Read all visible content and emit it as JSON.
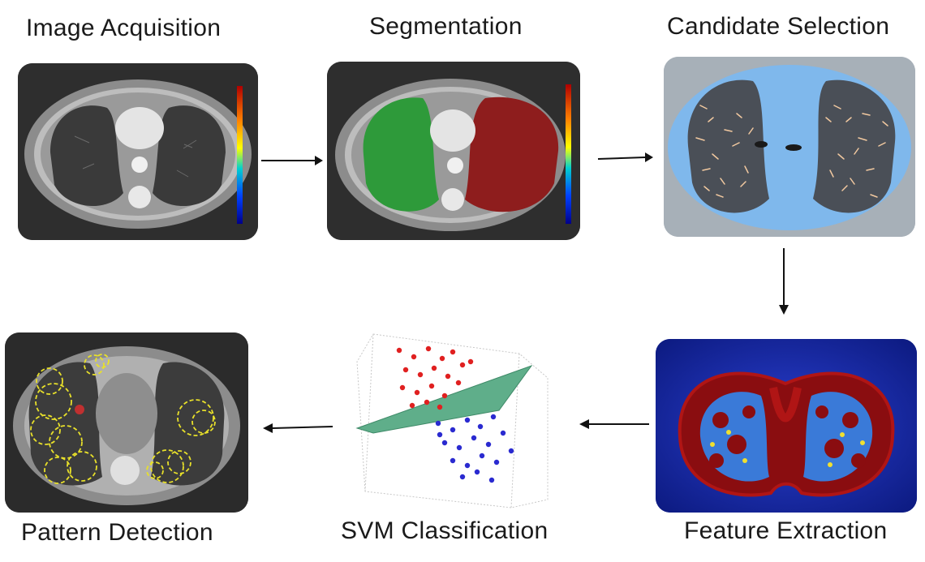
{
  "steps": {
    "image_acquisition": "Image Acquisition",
    "segmentation": "Segmentation",
    "candidate_selection": "Candidate Selection",
    "feature_extraction": "Feature Extraction",
    "svm_classification": "SVM Classification",
    "pattern_detection": "Pattern Detection"
  },
  "flow": [
    "Image Acquisition",
    "Segmentation",
    "Candidate Selection",
    "Feature Extraction",
    "SVM Classification",
    "Pattern Detection"
  ],
  "colors": {
    "left_lung_segment": "#2e9a3a",
    "right_lung_segment": "#8e1d1d",
    "candidate_overlay": "#7fb8ec",
    "candidate_points": "#f2c9a0",
    "feature_background": "#14239a",
    "feature_tissue": "#8a0d10",
    "svm_class_a": "#e02020",
    "svm_class_b": "#2a2ad0",
    "svm_hyperplane": "#5fae8a",
    "detection_circles": "#e8e02a"
  }
}
